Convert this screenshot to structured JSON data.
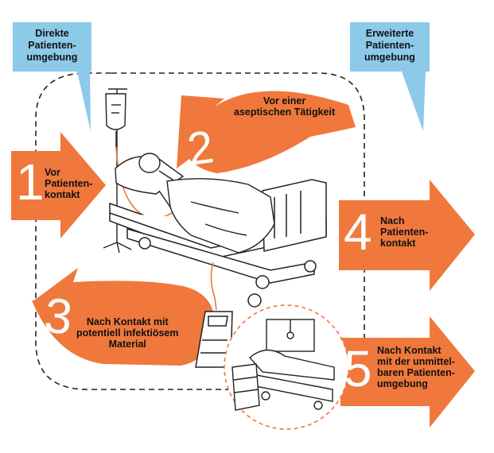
{
  "colors": {
    "arrow": "#F0783C",
    "callout": "#8DC9E8",
    "line": "#222222",
    "dashed_circle": "#F0783C"
  },
  "callouts": {
    "direct": "Direkte\nPatienten-\numgebung",
    "extended": "Erweiterte\nPatienten-\numgebung"
  },
  "moments": [
    {
      "number": "1",
      "label": "Vor\nPatienten-\nkontakt"
    },
    {
      "number": "2",
      "label": "Vor einer\naseptischen Tätigkeit"
    },
    {
      "number": "3",
      "label": "Nach Kontakt mit\npotentiell infektiösem\nMaterial"
    },
    {
      "number": "4",
      "label": "Nach\nPatienten-\nkontakt"
    },
    {
      "number": "5",
      "label": "Nach Kontakt\nmit der unmittel-\nbaren Patienten-\numgebung"
    }
  ],
  "icons": [
    "hospital-bed-icon",
    "patient-icon",
    "iv-drip-icon",
    "drainage-bag-icon",
    "empty-bed-icon",
    "bedside-cabinet-icon"
  ]
}
